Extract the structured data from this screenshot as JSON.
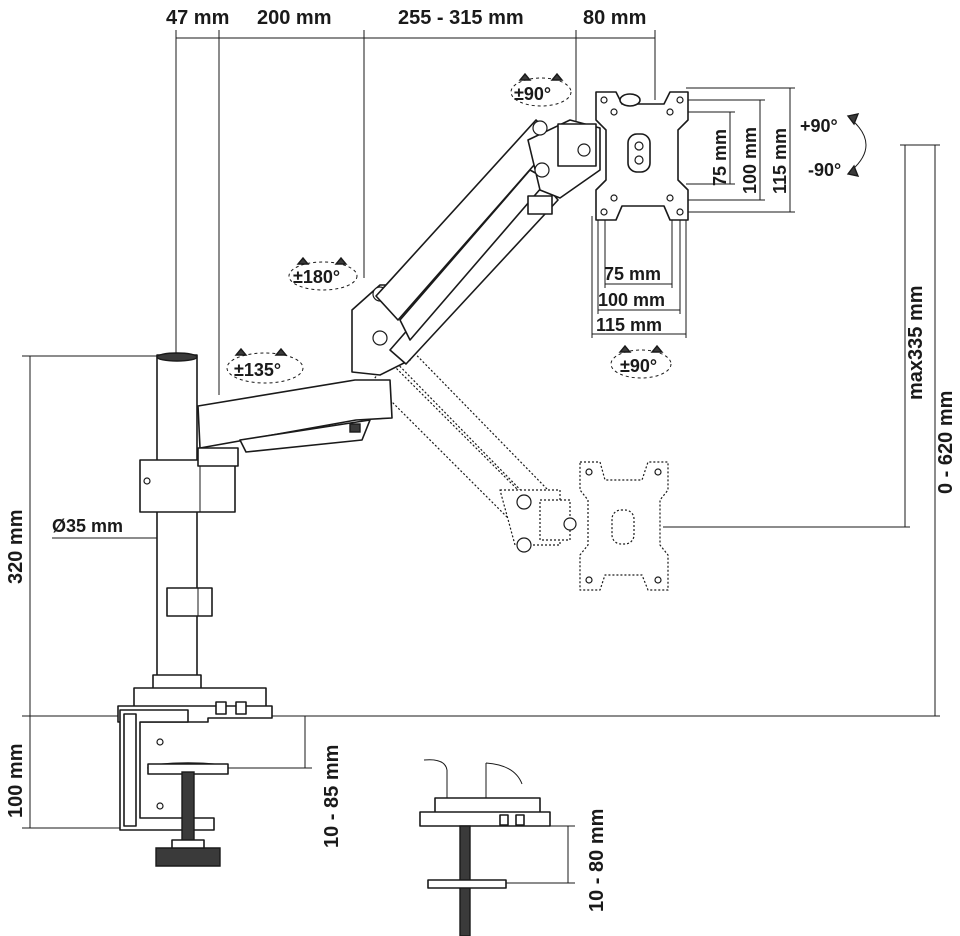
{
  "labels": {
    "top_47": "47 mm",
    "top_200": "200 mm",
    "top_255": "255 - 315 mm",
    "top_80": "80 mm",
    "rot_90_top": "±90°",
    "rot_180": "±180°",
    "rot_135": "±135°",
    "rot_90_bottom": "±90°",
    "tilt_plus": "+90°",
    "tilt_minus": "-90°",
    "vesa_v75": "75 mm",
    "vesa_v100": "100 mm",
    "vesa_v115": "115 mm",
    "vesa_h75": "75 mm",
    "vesa_h100": "100 mm",
    "vesa_h115": "115 mm",
    "pole_dia": "Ø35 mm",
    "pole_height": "320 mm",
    "clamp_height": "100 mm",
    "clamp_range": "10 - 85 mm",
    "grommet_range": "10 - 80 mm",
    "max335": "max335 mm",
    "range620": "0 - 620 mm"
  }
}
